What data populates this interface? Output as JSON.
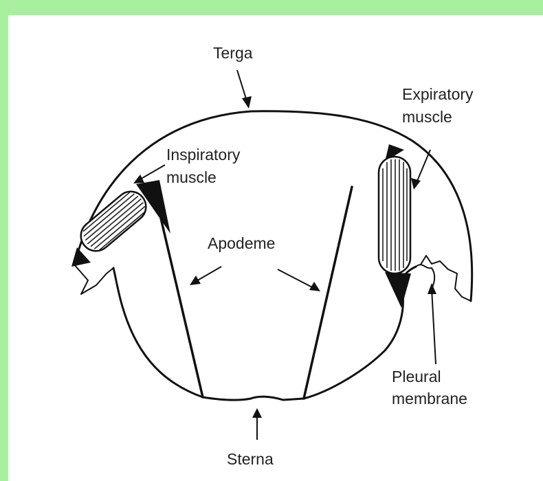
{
  "figure": {
    "border_color": "#a8f0a0",
    "ink_color": "#111111",
    "labels": {
      "terga": "Terga",
      "expiratory_muscle": [
        "Expiratory",
        "muscle"
      ],
      "inspiratory_muscle": [
        "Inspiratory",
        "muscle"
      ],
      "apodeme": "Apodeme",
      "pleural_membrane": [
        "Pleural",
        "membrane"
      ],
      "sterna": "Sterna"
    }
  }
}
